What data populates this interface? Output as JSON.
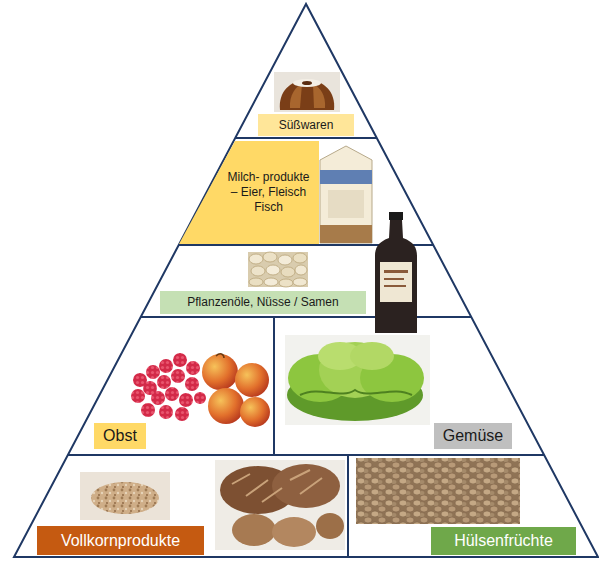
{
  "diagram": {
    "nodes": [
      {
        "text": [
          "Süßwaren"
        ]
      },
      {
        "text": [
          "Milch- produkte – Eier, Fleisch Fisch"
        ]
      },
      {
        "text": [
          "Pflanzenöle, Nüsse / Samen"
        ]
      },
      {
        "text": [
          "Obst"
        ]
      },
      {
        "text": [
          "Gemüse"
        ]
      },
      {
        "text": [
          "Vollkornprodukte"
        ]
      },
      {
        "text": [
          "Hülsenfrüchte"
        ]
      }
    ]
  }
}
